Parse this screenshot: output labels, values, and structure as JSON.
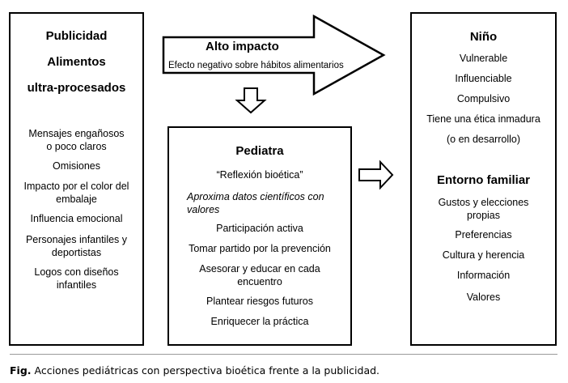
{
  "publicidad": {
    "title_lines": [
      "Publicidad",
      "Alimentos",
      "ultra-procesados"
    ],
    "items": [
      "Mensajes engañosos o poco claros",
      "Omisiones",
      "Impacto por el color del embalaje",
      "Influencia emocional",
      "Personajes infantiles y deportistas",
      "Logos con diseños infantiles"
    ]
  },
  "arrow": {
    "title": "Alto impacto",
    "subtitle": "Efecto negativo sobre hábitos alimentarios"
  },
  "pediatra": {
    "title": "Pediatra",
    "items": [
      "“Reflexión bioética”",
      "Aproxima datos científicos con valores",
      "Participación activa",
      "Tomar partido por la prevención",
      "Asesorar y educar en cada encuentro",
      "Plantear riesgos futuros",
      "Enriquecer la práctica"
    ]
  },
  "nino": {
    "title": "Niño",
    "items": [
      "Vulnerable",
      "Influenciable",
      "Compulsivo",
      "Tiene una ética inmadura",
      "(o en desarrollo)"
    ]
  },
  "entorno": {
    "title": "Entorno familiar",
    "items": [
      "Gustos y elecciones propias",
      "Preferencias",
      "Cultura y herencia",
      "Información",
      "Valores"
    ]
  },
  "caption": {
    "label": "Fig.",
    "text": " Acciones pediátricas con perspectiva bioética frente a la publicidad."
  }
}
